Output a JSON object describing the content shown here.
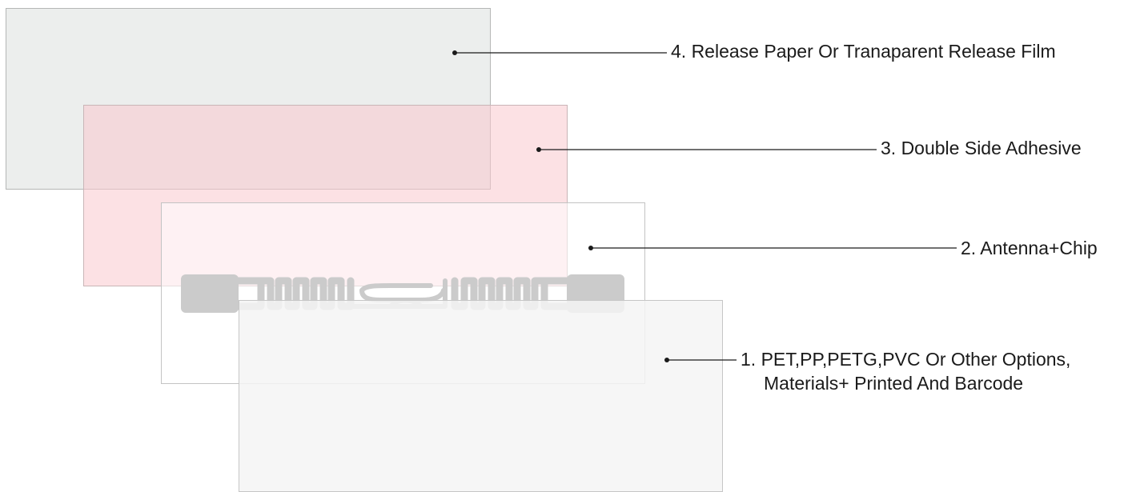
{
  "layers": [
    {
      "number": "4.",
      "label": "4. Release Paper Or Tranaparent Release Film",
      "color": "#eceeed"
    },
    {
      "number": "3.",
      "label": "3. Double Side Adhesive",
      "color": "#f8d6d8"
    },
    {
      "number": "2.",
      "label": "2. Antenna+Chip",
      "color": "#ffffff"
    },
    {
      "number": "1.",
      "label_line1": "1. PET,PP,PETG,PVC Or Other Options,",
      "label_line2": "Materials+ Printed And Barcode",
      "color": "#f4f4f4"
    }
  ],
  "antenna": {
    "icon": "rfid-antenna-icon",
    "color": "#cbcbcb"
  },
  "leader_color": "#1a1a1a"
}
